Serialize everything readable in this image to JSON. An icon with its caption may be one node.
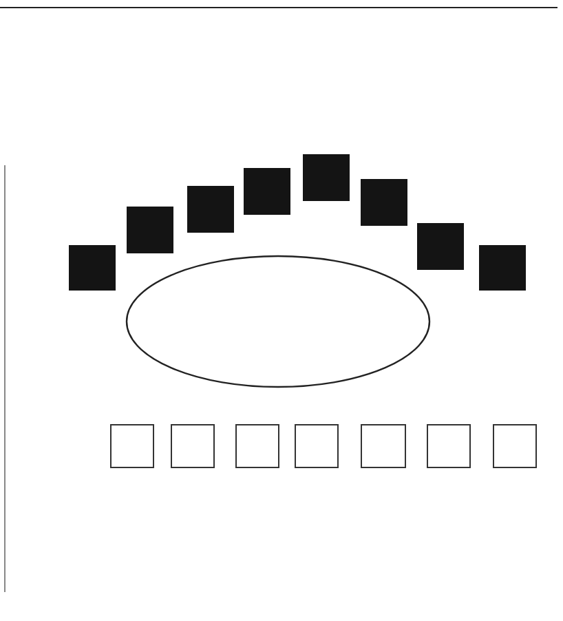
{
  "diagram": {
    "nodes": [
      {
        "text": [],
        "shape": "block"
      },
      {
        "text": [],
        "shape": "block"
      },
      {
        "text": [],
        "shape": "block"
      },
      {
        "text": [],
        "shape": "block"
      },
      {
        "text": [],
        "shape": "block"
      },
      {
        "text": [],
        "shape": "block"
      },
      {
        "text": [],
        "shape": "block"
      },
      {
        "text": [],
        "shape": "block"
      },
      {
        "text": [],
        "shape": "ellipse"
      },
      {
        "text": [],
        "shape": "box"
      },
      {
        "text": [],
        "shape": "box"
      },
      {
        "text": [],
        "shape": "box"
      },
      {
        "text": [],
        "shape": "box"
      },
      {
        "text": [],
        "shape": "box"
      },
      {
        "text": [],
        "shape": "box"
      },
      {
        "text": [],
        "shape": "box"
      }
    ]
  }
}
